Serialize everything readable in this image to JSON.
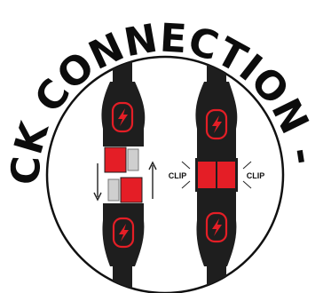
{
  "badge": {
    "title": "QUICK CONNECTION - SAE",
    "colors": {
      "text": "#0c0c0c",
      "ring": "#111111",
      "cable": "#1e1e1e",
      "accent": "#e41e26",
      "metal": "#cfcfcf"
    },
    "left_connector": {
      "icon": "lightning-bolt-logo",
      "motion_arrows": [
        "arrow-up",
        "arrow-down"
      ]
    },
    "right_connector": {
      "icon": "lightning-bolt-logo",
      "left_label": "CLIP",
      "right_label": "CLIP"
    }
  }
}
